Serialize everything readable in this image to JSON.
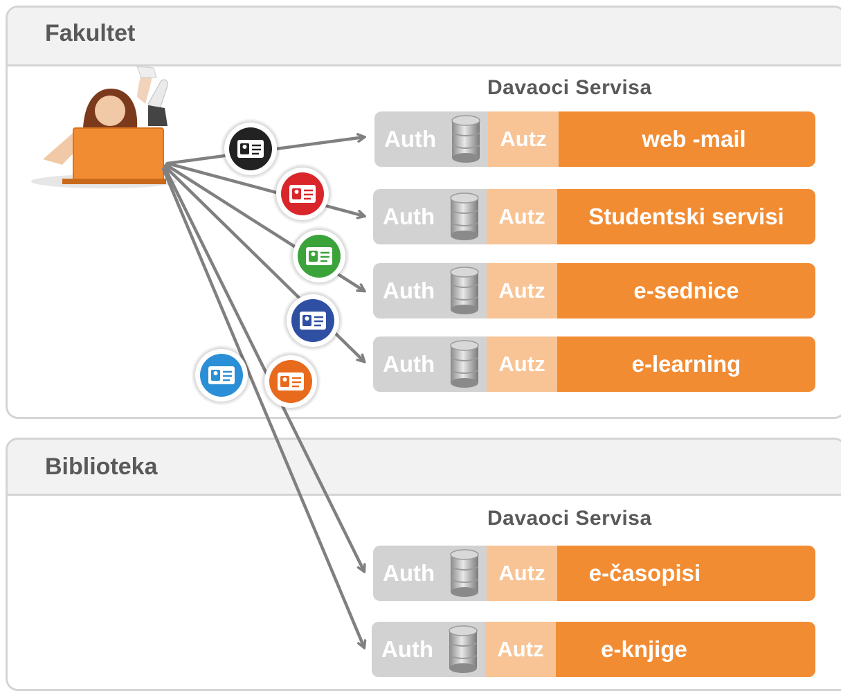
{
  "panels": {
    "fakultet": {
      "title": "Fakultet",
      "section_title": "Davaoci  Servisa"
    },
    "biblioteka": {
      "title": "Biblioteka",
      "section_title": "Davaoci  Servisa"
    }
  },
  "services": [
    {
      "auth": "Auth",
      "autz": "Autz",
      "name": "web -mail",
      "badge_color": "#333333"
    },
    {
      "auth": "Auth",
      "autz": "Autz",
      "name": "Studentski servisi",
      "badge_color": "#d9262b"
    },
    {
      "auth": "Auth",
      "autz": "Autz",
      "name": "e-sednice",
      "badge_color": "#3aa33a"
    },
    {
      "auth": "Auth",
      "autz": "Autz",
      "name": "e-learning",
      "badge_color": "#2f4fa2"
    },
    {
      "auth": "Auth",
      "autz": "Autz",
      "name": "e-časopisi",
      "badge_color": "#2a8fd6"
    },
    {
      "auth": "Auth",
      "autz": "Autz",
      "name": "e-knjige",
      "badge_color": "#e86a1c"
    }
  ],
  "icons": {
    "user": "user-laptop-icon",
    "credential": "id-card-icon",
    "database": "database-icon"
  },
  "colors": {
    "auth_bg": "#d2d2d2",
    "autz_bg": "#f8c495",
    "service_bg": "#f28c33",
    "arrow": "#808080",
    "panel_border": "#d4d4d4"
  }
}
